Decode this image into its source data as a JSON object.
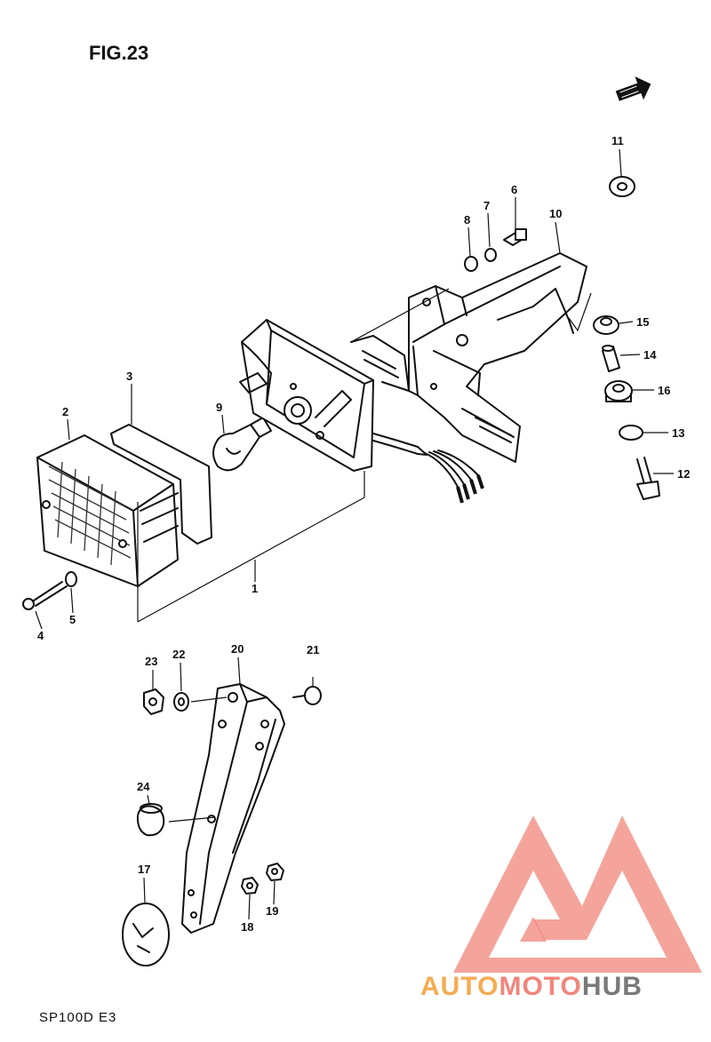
{
  "figure": {
    "title": "FIG.23",
    "model": "SP100D E3"
  },
  "callouts": [
    "1",
    "2",
    "3",
    "4",
    "5",
    "6",
    "7",
    "8",
    "9",
    "10",
    "11",
    "12",
    "13",
    "14",
    "15",
    "16",
    "17",
    "18",
    "19",
    "20",
    "21",
    "22",
    "23",
    "24"
  ],
  "watermark": {
    "part1": "AUTO",
    "part2": "MOTO",
    "part3": "HUB",
    "colors": {
      "auto": "#f4a340",
      "moto": "#f07a6e",
      "hub": "#6b6b6b",
      "logo": "#f07a6e"
    }
  },
  "icons": {
    "direction_arrow": "arrow-forward-icon"
  }
}
